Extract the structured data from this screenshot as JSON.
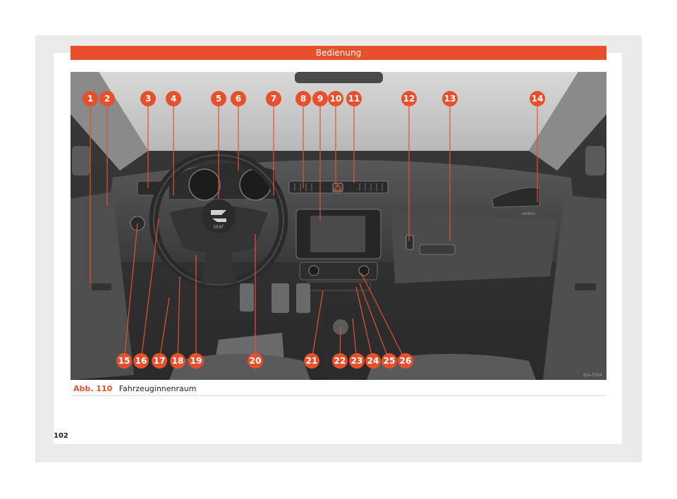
{
  "header": {
    "title": "Bedienung"
  },
  "figure": {
    "credit": "6JA-0394",
    "callouts": [
      "1",
      "2",
      "3",
      "4",
      "5",
      "6",
      "7",
      "8",
      "9",
      "10",
      "11",
      "12",
      "13",
      "14",
      "15",
      "16",
      "17",
      "18",
      "19",
      "20",
      "21",
      "22",
      "23",
      "24",
      "25",
      "26"
    ],
    "labels": {
      "seat_logo": "SEAT",
      "airbag": "AIRBAG"
    },
    "accent_color": "#e8502c"
  },
  "caption": {
    "label": "Abb. 110",
    "text": "Fahrzeuginnenraum"
  },
  "page_number": "102"
}
